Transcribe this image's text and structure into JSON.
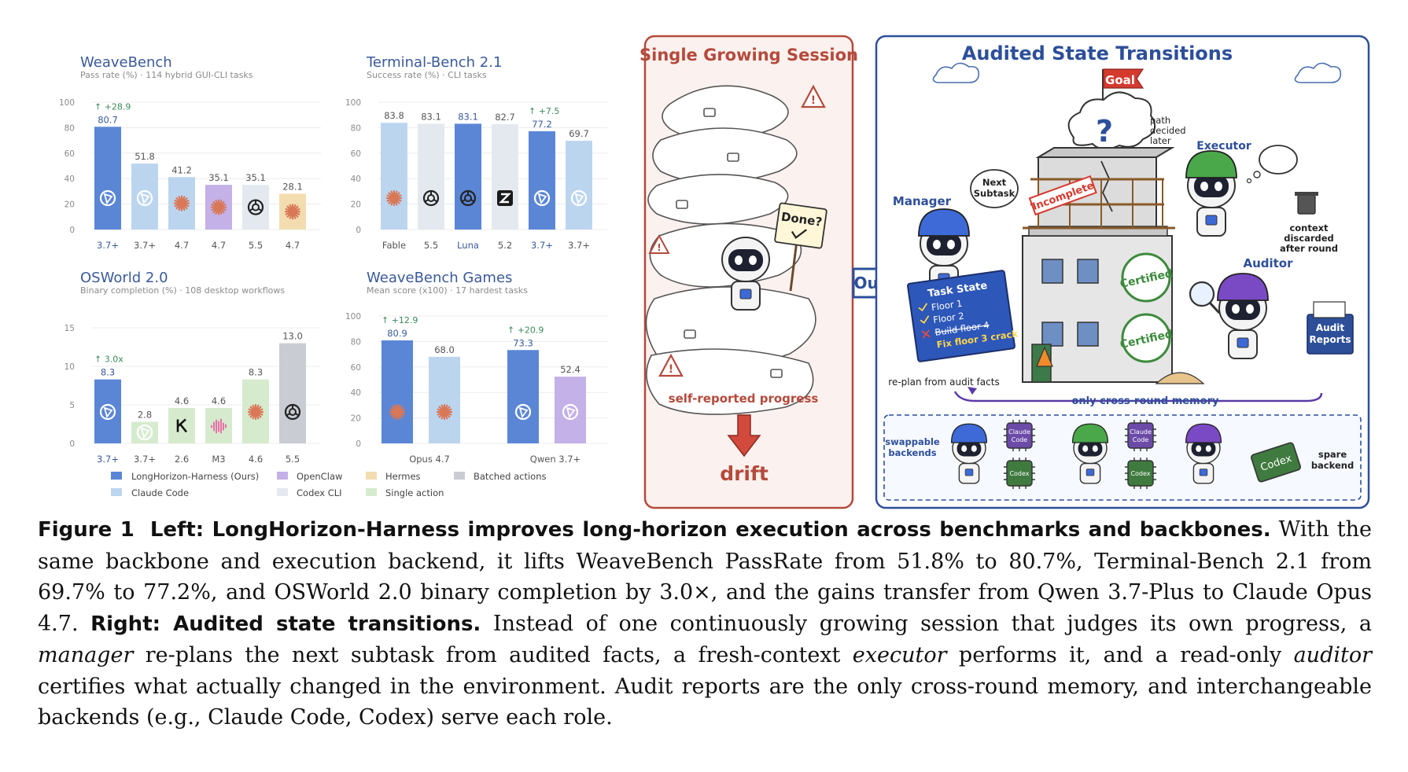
{
  "colors": {
    "ours": "#5b86d6",
    "claude_code": "#bcd5ef",
    "openclaw": "#c3b1e8",
    "codex_cli": "#e4e9ef",
    "hermes": "#f3ddb0",
    "single_action": "#d6ebce",
    "batched_actions": "#c9ccd2",
    "gain": "#3c8a5a",
    "title": "#3a5a9a",
    "red_panel": "#b44a3c",
    "blue_panel": "#2d4f9a"
  },
  "chart_data": [
    {
      "type": "bar",
      "title": "WeaveBench",
      "subtitle": "Pass rate (%) · 114 hybrid GUI-CLI tasks",
      "ylim": [
        0,
        100
      ],
      "yticks": [
        0,
        20,
        40,
        60,
        80,
        100
      ],
      "categories": [
        "3.7+",
        "3.7+",
        "4.7",
        "4.7",
        "5.5",
        "4.7"
      ],
      "values": [
        80.7,
        51.8,
        41.2,
        35.1,
        35.1,
        28.1
      ],
      "value_labels": [
        "80.7",
        "51.8",
        "41.2",
        "35.1",
        "35.1",
        "28.1"
      ],
      "series_of_bar": [
        "ours",
        "claude_code",
        "claude_code",
        "openclaw",
        "codex_cli",
        "hermes"
      ],
      "icons": [
        "qwen-icon",
        "qwen-icon",
        "claude-icon",
        "claude-icon",
        "openai-icon",
        "claude-icon"
      ],
      "annotations": [
        {
          "bar": 0,
          "text": "↑ +28.9"
        }
      ]
    },
    {
      "type": "bar",
      "title": "Terminal-Bench 2.1",
      "subtitle": "Success rate (%) · CLI tasks",
      "ylim": [
        0,
        100
      ],
      "yticks": [
        0,
        20,
        40,
        60,
        80,
        100
      ],
      "categories": [
        "Fable",
        "5.5",
        "Luna",
        "5.2",
        "3.7+",
        "3.7+"
      ],
      "values": [
        83.8,
        83.1,
        83.1,
        82.7,
        77.2,
        69.7
      ],
      "value_labels": [
        "83.8",
        "83.1",
        "83.1",
        "82.7",
        "77.2",
        "69.7"
      ],
      "series_of_bar": [
        "claude_code",
        "codex_cli",
        "ours",
        "codex_cli",
        "ours",
        "claude_code"
      ],
      "icons": [
        "claude-icon",
        "openai-icon",
        "openai-icon",
        "z-icon",
        "qwen-icon",
        "qwen-icon"
      ],
      "annotations": [
        {
          "bar": 4,
          "text": "↑ +7.5"
        }
      ]
    },
    {
      "type": "bar",
      "title": "OSWorld 2.0",
      "subtitle": "Binary completion (%) · 108 desktop workflows",
      "ylim": [
        0,
        15
      ],
      "yticks": [
        0,
        5,
        10,
        15
      ],
      "categories": [
        "3.7+",
        "3.7+",
        "2.6",
        "M3",
        "4.6",
        "5.5"
      ],
      "values": [
        8.3,
        2.8,
        4.6,
        4.6,
        8.3,
        13.0
      ],
      "value_labels": [
        "8.3",
        "2.8",
        "4.6",
        "4.6",
        "8.3",
        "13.0"
      ],
      "series_of_bar": [
        "ours",
        "single_action",
        "single_action",
        "single_action",
        "single_action",
        "batched_actions"
      ],
      "icons": [
        "qwen-icon",
        "qwen-icon",
        "k-icon",
        "wave-icon",
        "claude-icon",
        "openai-icon"
      ],
      "annotations": [
        {
          "bar": 0,
          "text": "↑ 3.0x"
        }
      ]
    },
    {
      "type": "bar",
      "title": "WeaveBench Games",
      "subtitle": "Mean score (x100) · 17 hardest tasks",
      "ylim": [
        0,
        100
      ],
      "yticks": [
        0,
        20,
        40,
        60,
        80,
        100
      ],
      "groups": [
        "Opus 4.7",
        "Qwen 3.7+"
      ],
      "values": [
        80.9,
        68.0,
        73.3,
        52.4
      ],
      "value_labels": [
        "80.9",
        "68.0",
        "73.3",
        "52.4"
      ],
      "series_of_bar": [
        "ours",
        "claude_code",
        "ours",
        "openclaw"
      ],
      "icons": [
        "claude-icon",
        "claude-icon",
        "qwen-icon",
        "qwen-icon"
      ],
      "annotations": [
        {
          "bar": 0,
          "text": "↑ +12.9"
        },
        {
          "bar": 2,
          "text": "↑ +20.9"
        }
      ]
    }
  ],
  "legend": [
    {
      "key": "ours",
      "label": "LongHorizon-Harness (Ours)"
    },
    {
      "key": "openclaw",
      "label": "OpenClaw"
    },
    {
      "key": "hermes",
      "label": "Hermes"
    },
    {
      "key": "batched_actions",
      "label": "Batched actions"
    },
    {
      "key": "claude_code",
      "label": "Claude Code"
    },
    {
      "key": "codex_cli",
      "label": "Codex CLI"
    },
    {
      "key": "single_action",
      "label": "Single action"
    }
  ],
  "illustration": {
    "left_panel": {
      "title": "Single Growing Session",
      "sign": "Done?",
      "progress": "self-reported progress",
      "outcome": "drift"
    },
    "arrow_label": "Ours",
    "right_panel": {
      "title": "Audited State Transitions",
      "goal_flag": "Goal",
      "path_note": [
        "path",
        "decided",
        "later"
      ],
      "manager": "Manager",
      "next_subtask": [
        "Next",
        "Subtask"
      ],
      "executor": "Executor",
      "auditor": "Auditor",
      "incomplete_tag": "Incomplete",
      "certified_stamp": "Certified",
      "context_note": [
        "context",
        "discarded",
        "after round"
      ],
      "task_state_title": "Task State",
      "task_items": [
        "Floor 1",
        "Floor 2",
        "Build floor 4",
        "Fix floor 3 crack"
      ],
      "replan_note": "re-plan from audit facts",
      "memory_note": "only cross-round memory",
      "audit_reports": [
        "Audit",
        "Reports"
      ],
      "swappable": [
        "swappable",
        "backends"
      ],
      "claude_code_chip": [
        "Claude",
        "Code"
      ],
      "codex_chip": "Codex",
      "spare_backend": [
        "spare",
        "backend"
      ]
    }
  },
  "caption": {
    "figure_label": "Figure 1",
    "left_heading": "Left: LongHorizon-Harness improves long-horizon execution across benchmarks and backbones.",
    "left_body": " With the same backbone and execution backend, it lifts WeaveBench PassRate from 51.8% to 80.7%, Terminal-Bench 2.1 from 69.7% to 77.2%, and OSWorld 2.0 binary completion by 3.0×, and the gains transfer from Qwen 3.7-Plus to Claude Opus 4.7.",
    "right_heading": "Right: Audited state transitions.",
    "right_body_1": " Instead of one continuously growing session that judges its own progress, a ",
    "manager_word": "manager",
    "right_body_2": " re-plans the next subtask from audited facts, a fresh-context ",
    "executor_word": "executor",
    "right_body_3": " performs it, and a read-only ",
    "auditor_word": "auditor",
    "right_body_4": " certifies what actually changed in the environment. Audit reports are the only cross-round memory, and interchangeable backends (e.g., Claude Code, Codex) serve each role."
  }
}
